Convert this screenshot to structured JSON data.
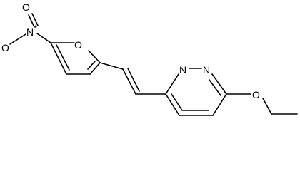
{
  "molecule": {
    "atoms": {
      "nitro_o_minus": "O",
      "nitro_o_minus_charge": "-",
      "nitro_n": "N",
      "nitro_n_charge": "+",
      "nitro_o_double": "O",
      "furan_o": "O",
      "pyridazine_n1": "N",
      "pyridazine_n2": "N",
      "ethoxy_o": "O"
    },
    "colors": {
      "bond": "#000000",
      "label": "#000000",
      "background": "#ffffff"
    }
  }
}
